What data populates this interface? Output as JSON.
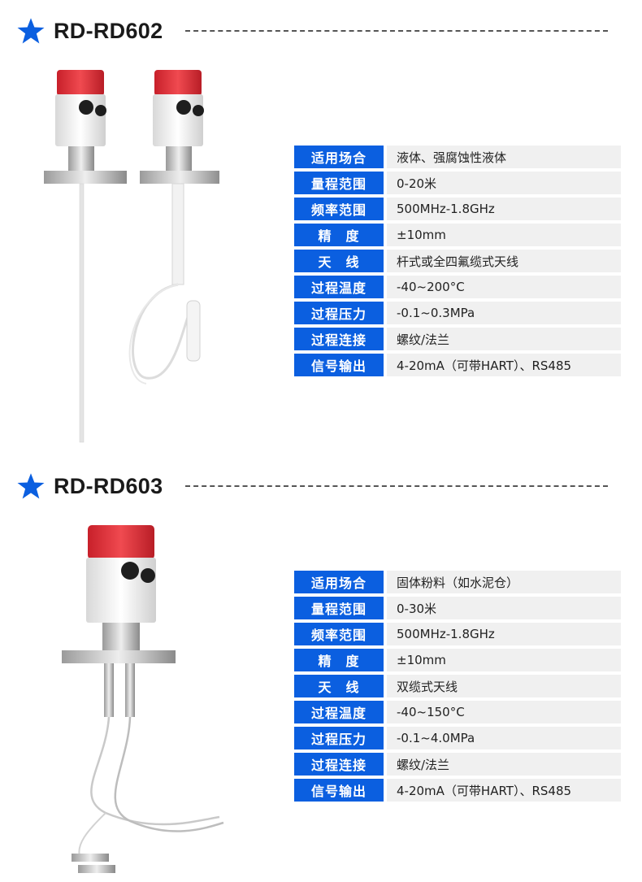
{
  "products": [
    {
      "model": "RD-RD602",
      "specs": [
        {
          "label": "适用场合",
          "value": "液体、强腐蚀性液体"
        },
        {
          "label": "量程范围",
          "value": "0-20米"
        },
        {
          "label": "频率范围",
          "value": "500MHz-1.8GHz"
        },
        {
          "label": "精　度",
          "value": "±10mm"
        },
        {
          "label": "天　线",
          "value": "杆式或全四氟缆式天线"
        },
        {
          "label": "过程温度",
          "value": "-40~200°C"
        },
        {
          "label": "过程压力",
          "value": "-0.1~0.3MPa"
        },
        {
          "label": "过程连接",
          "value": "螺纹/法兰"
        },
        {
          "label": "信号输出",
          "value": "4-20mA（可带HART）、RS485"
        }
      ]
    },
    {
      "model": "RD-RD603",
      "specs": [
        {
          "label": "适用场合",
          "value": "固体粉料（如水泥仓）"
        },
        {
          "label": "量程范围",
          "value": "0-30米"
        },
        {
          "label": "频率范围",
          "value": "500MHz-1.8GHz"
        },
        {
          "label": "精　度",
          "value": "±10mm"
        },
        {
          "label": "天　线",
          "value": "双缆式天线"
        },
        {
          "label": "过程温度",
          "value": "-40~150°C"
        },
        {
          "label": "过程压力",
          "value": "-0.1~4.0MPa"
        },
        {
          "label": "过程连接",
          "value": "螺纹/法兰"
        },
        {
          "label": "信号输出",
          "value": "4-20mA（可带HART）、RS485"
        }
      ]
    }
  ],
  "colors": {
    "accent": "#0b5fe0",
    "housing": "#e63946",
    "value_bg": "#f0f0f0"
  },
  "icons": {
    "section_marker": "star-icon"
  }
}
